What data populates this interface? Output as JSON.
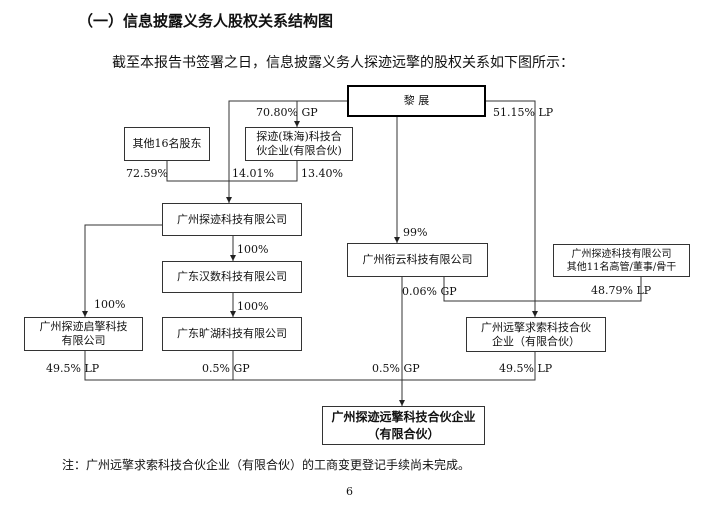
{
  "section_title": "（一）信息披露义务人股权关系结构图",
  "intro": "截至本报告书签署之日，信息披露义务人探迹远擎的股权关系如下图所示：",
  "diagram": {
    "entities": {
      "lizhan": "黎 展",
      "others16": "其他16名股东",
      "tanji_zhuhai_1": "探迹(珠海)科技合",
      "tanji_zhuhai_2": "伙企业(有限合伙)",
      "gz_tanji": "广州探迹科技有限公司",
      "gd_hanshu": "广东汉数科技有限公司",
      "gz_qiqing_1": "广州探迹启擎科技",
      "gz_qiqing_2": "有限公司",
      "gd_kuanghu": "广东旷湖科技有限公司",
      "gz_xianyun": "广州衔云科技有限公司",
      "others11_1": "广州探迹科技有限公司",
      "others11_2": "其他11名高管/董事/骨干",
      "gz_yuanqing_qiusuo_1": "广州远擎求索科技合伙",
      "gz_yuanqing_qiusuo_2": "企业（有限合伙）",
      "target_1": "广州探迹远擎科技合伙企业",
      "target_2": "（有限合伙）"
    },
    "labels": {
      "gp_7080": "70.80%   GP",
      "lp_5115": "51.15%   LP",
      "p_7259": "72.59%",
      "p_1401": "14.01%",
      "p_1340": "13.40%",
      "p_99": "99%",
      "p_100_hanshu": "100%",
      "p_100_kuanghu": "100%",
      "p_100_qiqing": "100%",
      "gp_006": "0.06%   GP",
      "lp_4879": "48.79%   LP",
      "lp_495_left": "49.5%   LP",
      "gp_05_kuanghu": "0.5%   GP",
      "gp_05_xianyun": "0.5%   GP",
      "lp_495_right": "49.5%   LP"
    }
  },
  "note": "注：广州远擎求索科技合伙企业（有限合伙）的工商变更登记手续尚未完成。",
  "page_number": "6"
}
